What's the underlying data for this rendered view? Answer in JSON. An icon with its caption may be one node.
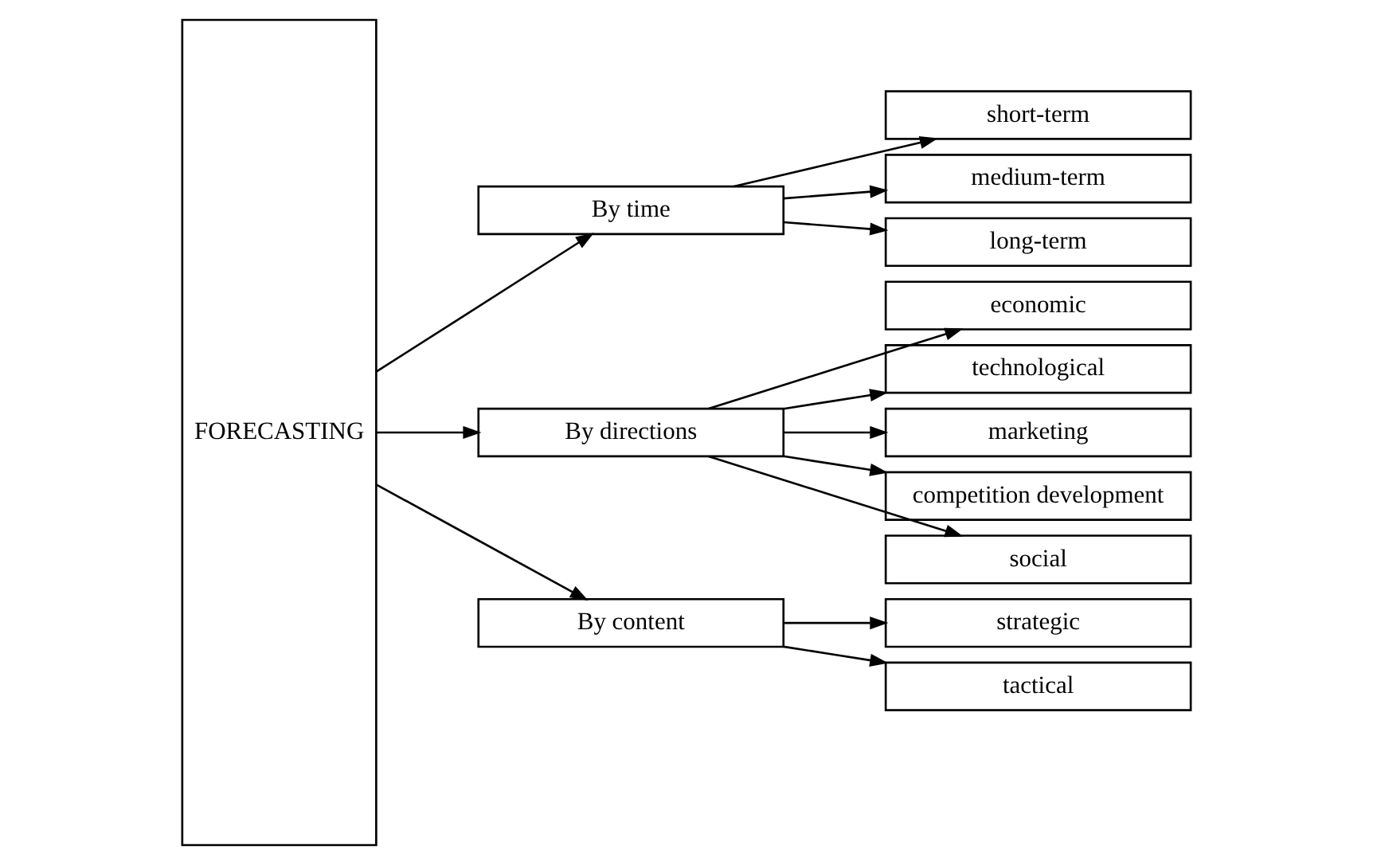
{
  "diagram": {
    "nodes": [
      {
        "text": [
          "FORECASTING"
        ]
      },
      {
        "text": [
          "By time"
        ]
      },
      {
        "text": [
          "short-term"
        ]
      },
      {
        "text": [
          "medium-term"
        ]
      },
      {
        "text": [
          "long-term"
        ]
      },
      {
        "text": [
          "By directions"
        ]
      },
      {
        "text": [
          "economic"
        ]
      },
      {
        "text": [
          "technological"
        ]
      },
      {
        "text": [
          "marketing"
        ]
      },
      {
        "text": [
          "competition development"
        ]
      },
      {
        "text": [
          "social"
        ]
      },
      {
        "text": [
          "By content"
        ]
      },
      {
        "text": [
          "strategic"
        ]
      },
      {
        "text": [
          "tactical"
        ]
      }
    ],
    "edges": [
      {
        "from": 0,
        "to": 1,
        "arrow": "to"
      },
      {
        "from": 1,
        "to": 2,
        "arrow": "to"
      },
      {
        "from": 1,
        "to": 3,
        "arrow": "to"
      },
      {
        "from": 1,
        "to": 4,
        "arrow": "to"
      },
      {
        "from": 0,
        "to": 5,
        "arrow": "to"
      },
      {
        "from": 5,
        "to": 6,
        "arrow": "to"
      },
      {
        "from": 5,
        "to": 7,
        "arrow": "to"
      },
      {
        "from": 5,
        "to": 8,
        "arrow": "to"
      },
      {
        "from": 5,
        "to": 9,
        "arrow": "to"
      },
      {
        "from": 5,
        "to": 10,
        "arrow": "to"
      },
      {
        "from": 0,
        "to": 11,
        "arrow": "to"
      },
      {
        "from": 11,
        "to": 12,
        "arrow": "to"
      },
      {
        "from": 11,
        "to": 13,
        "arrow": "to"
      }
    ]
  }
}
